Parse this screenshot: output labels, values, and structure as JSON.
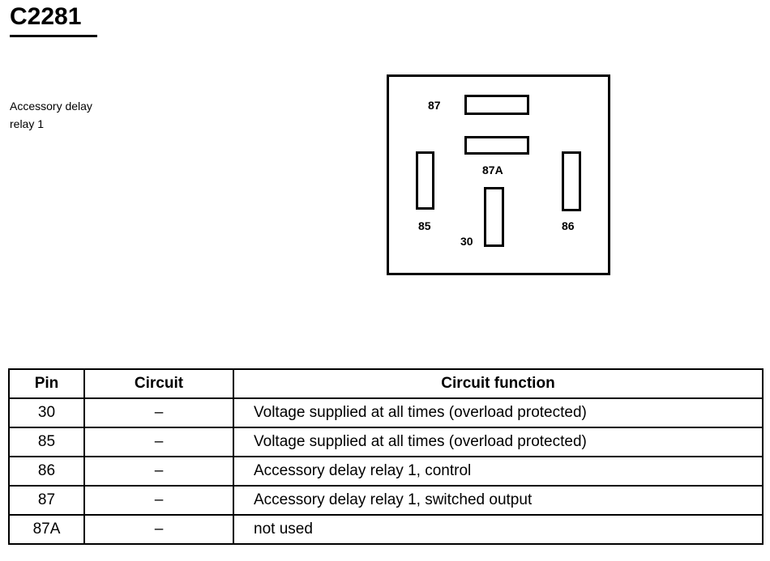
{
  "title": "C2281",
  "component": {
    "line1": "Accessory delay",
    "line2": "relay 1"
  },
  "connector_pins": [
    "87",
    "87A",
    "85",
    "86",
    "30"
  ],
  "table": {
    "headers": [
      "Pin",
      "Circuit",
      "Circuit function"
    ],
    "rows": [
      [
        "30",
        "–",
        "Voltage supplied at all times (overload protected)"
      ],
      [
        "85",
        "–",
        "Voltage supplied at all times (overload protected)"
      ],
      [
        "86",
        "–",
        "Accessory delay relay 1, control"
      ],
      [
        "87",
        "–",
        "Accessory delay relay 1, switched output"
      ],
      [
        "87A",
        "–",
        "not used"
      ]
    ]
  }
}
